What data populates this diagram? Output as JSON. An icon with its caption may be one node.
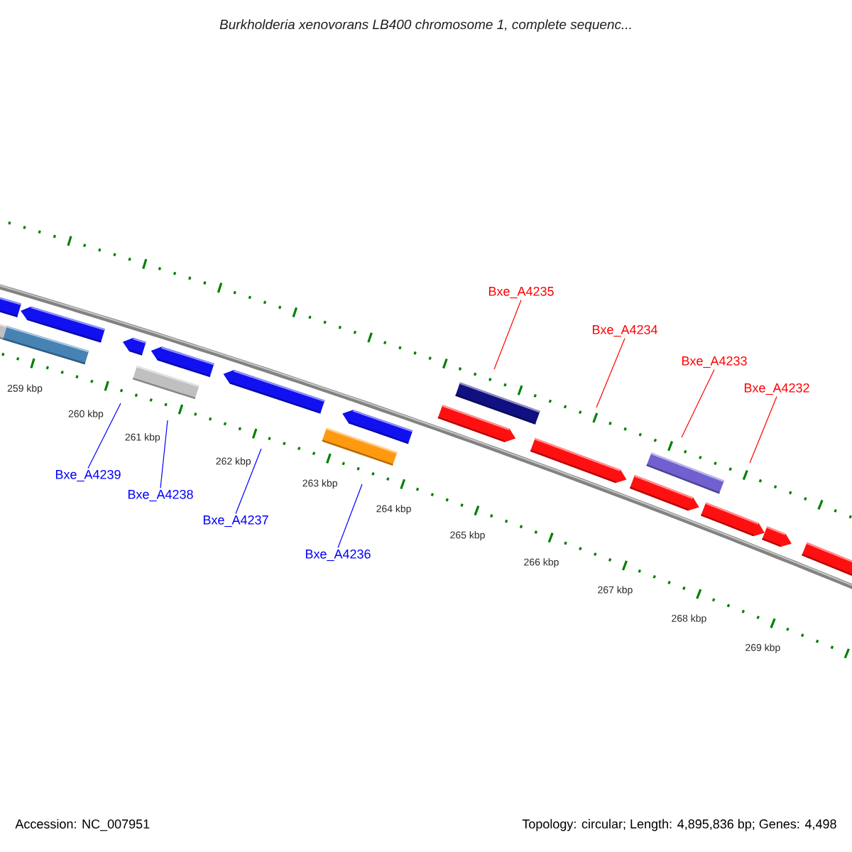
{
  "diagram": {
    "title": "Burkholderia xenovorans LB400 chromosome 1, complete sequenc...",
    "nodes": [
      {
        "text": [
          "Bxe_A4239"
        ]
      },
      {
        "text": [
          "Bxe_A4238"
        ]
      },
      {
        "text": [
          "Bxe_A4237"
        ]
      },
      {
        "text": [
          "Bxe_A4236"
        ]
      },
      {
        "text": [
          "Bxe_A4235"
        ]
      },
      {
        "text": [
          "Bxe_A4234"
        ]
      },
      {
        "text": [
          "Bxe_A4233"
        ]
      },
      {
        "text": [
          "Bxe_A4232"
        ]
      }
    ],
    "edges": [
      {
        "from": 0,
        "to": null,
        "arrow": "none",
        "color": "#0000ff"
      },
      {
        "from": 1,
        "to": null,
        "arrow": "none",
        "color": "#0000ff"
      },
      {
        "from": 2,
        "to": null,
        "arrow": "none",
        "color": "#0000ff"
      },
      {
        "from": 3,
        "to": null,
        "arrow": "none",
        "color": "#0000ff"
      },
      {
        "from": 4,
        "to": null,
        "arrow": "none",
        "color": "#ff0000"
      },
      {
        "from": 5,
        "to": null,
        "arrow": "none",
        "color": "#ff0000"
      },
      {
        "from": 6,
        "to": null,
        "arrow": "none",
        "color": "#ff0000"
      },
      {
        "from": 7,
        "to": null,
        "arrow": "none",
        "color": "#ff0000"
      }
    ],
    "labels": [
      "259 kbp",
      "260 kbp",
      "261 kbp",
      "262 kbp",
      "263 kbp",
      "264 kbp",
      "265 kbp",
      "266 kbp",
      "267 kbp",
      "268 kbp",
      "269 kbp",
      "Accession: NC_007951",
      "Topology: circular; Length: 4,895,836 bp; Genes: 4,498"
    ]
  }
}
